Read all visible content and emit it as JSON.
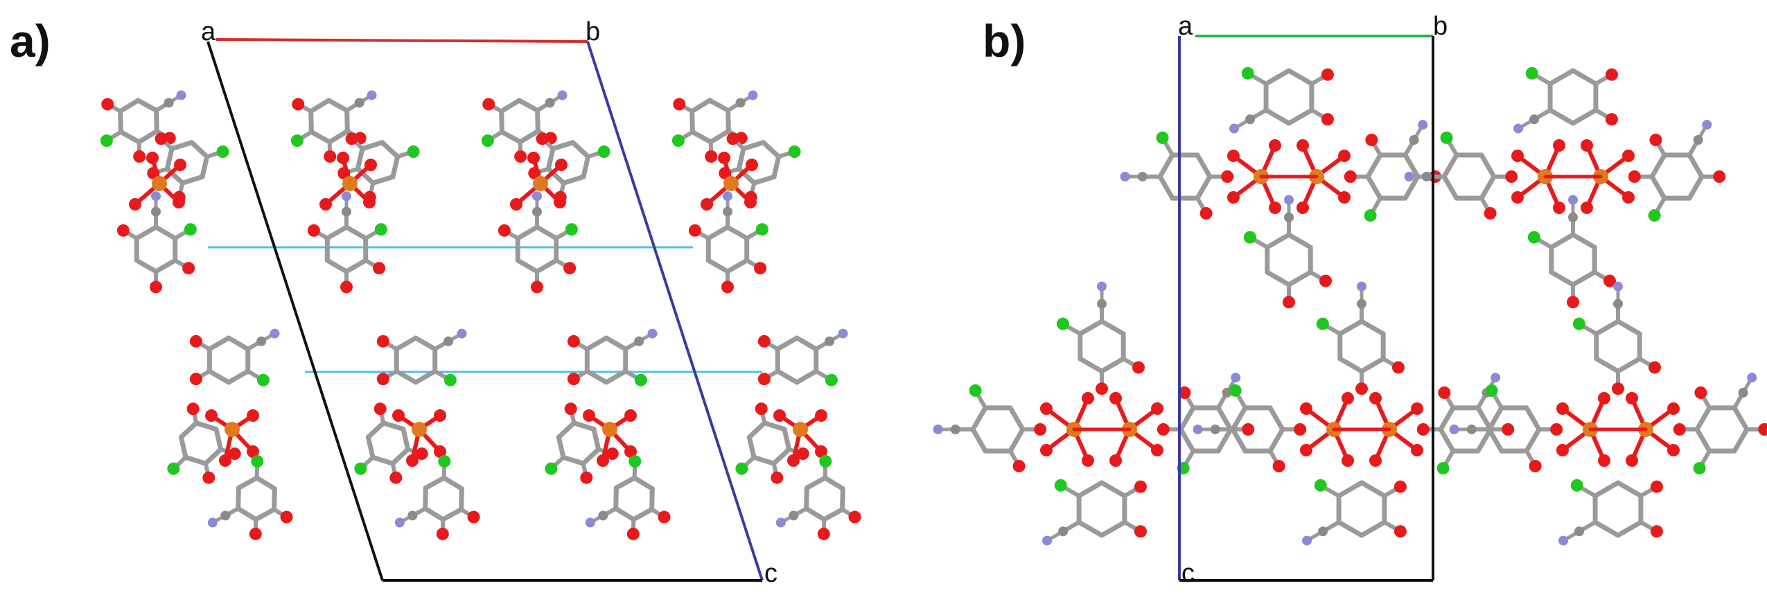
{
  "panels": [
    {
      "label": "a)",
      "axes": {
        "a": "a",
        "b": "b",
        "c": "c"
      }
    },
    {
      "label": "b)",
      "axes": {
        "a": "a",
        "b": "b",
        "c": "c"
      }
    }
  ],
  "colors": {
    "oxygen": "#e8191b",
    "chlorine": "#1ec81e",
    "nitrogen": "#8a8ad6",
    "carbon": "#8a8a8a",
    "iron": "#e07a1f",
    "bond": "#9a9a9a",
    "contact": "#4cc3e0",
    "axis_a": "#d42b2b",
    "axis_b_panel_a": "#3a3aa0",
    "axis_b_panel_b": "#1fb84a",
    "axis_c_panel_b": "#3a3aa0",
    "cell_edge": "#111111"
  }
}
